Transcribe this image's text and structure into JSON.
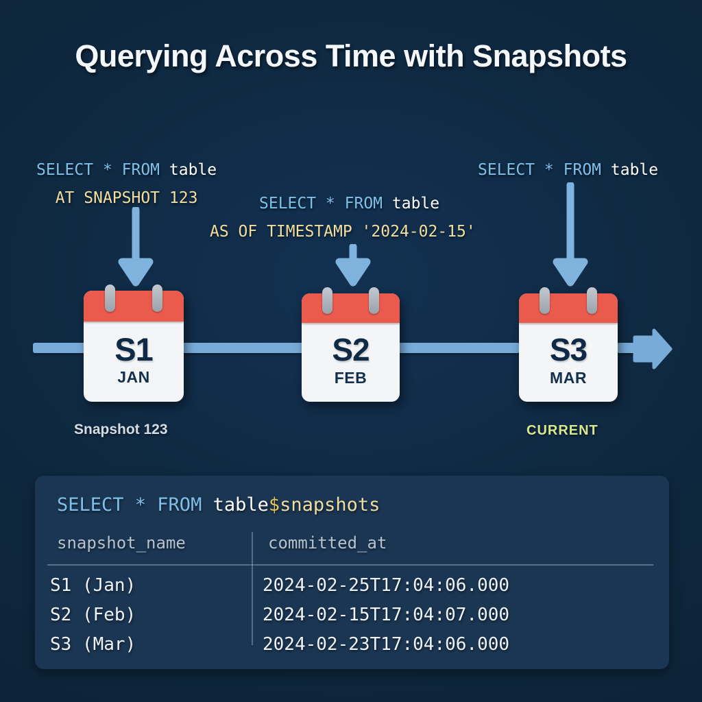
{
  "title": "Querying Across Time with Snapshots",
  "colors": {
    "background": "#0f2a44",
    "panel": "#1b3652",
    "timeline": "#78abd8",
    "calendar_top": "#ea5a4d",
    "calendar_body": "#f4f5f7",
    "keyword": "#7fc0e8",
    "identifier": "#ffffff",
    "clause": "#f2dfa0",
    "current_label": "#d8e88f"
  },
  "annotations": [
    {
      "id": "annot-snapshot-query",
      "line1_keyword": "SELECT * FROM ",
      "line1_identifier": "table",
      "line2_clause": "AT SNAPSHOT 123"
    },
    {
      "id": "annot-timestamp-query",
      "line1_keyword": "SELECT * FROM ",
      "line1_identifier": "table",
      "line2_clause": "AS OF TIMESTAMP '2024-02-15'"
    },
    {
      "id": "annot-current-query",
      "line1_keyword": "SELECT * FROM ",
      "line1_identifier": "table",
      "line2_clause": ""
    }
  ],
  "timeline": {
    "snapshots": [
      {
        "id": "s1",
        "label": "S1",
        "month": "JAN",
        "caption": "Snapshot 123"
      },
      {
        "id": "s2",
        "label": "S2",
        "month": "FEB",
        "caption": ""
      },
      {
        "id": "s3",
        "label": "S3",
        "month": "MAR",
        "caption": "CURRENT"
      }
    ]
  },
  "panel": {
    "query": {
      "keyword": "SELECT * FROM ",
      "identifier": "table",
      "dollar": "$",
      "suffix": "snapshots"
    },
    "table": {
      "headers": [
        "snapshot_name",
        "committed_at"
      ],
      "rows": [
        {
          "snapshot_name": "S1 (Jan)",
          "committed_at": "2024-02-25T17:04:06.000"
        },
        {
          "snapshot_name": "S2 (Feb)",
          "committed_at": "2024-02-15T17:04:07.000"
        },
        {
          "snapshot_name": "S3 (Mar)",
          "committed_at": "2024-02-23T17:04:06.000"
        }
      ]
    }
  }
}
